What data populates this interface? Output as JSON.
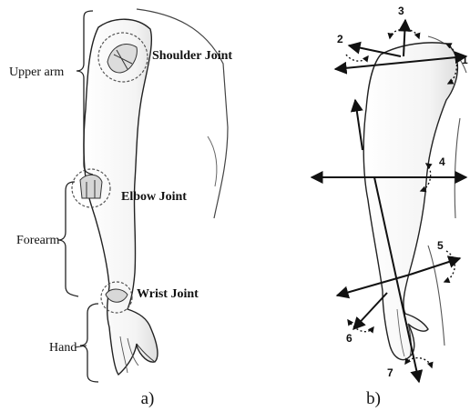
{
  "panel_a": {
    "caption": "a)",
    "segments": {
      "upper_arm": "Upper arm",
      "forearm": "Forearm",
      "hand": "Hand"
    },
    "joints": {
      "shoulder": "Shoulder Joint",
      "elbow": "Elbow Joint",
      "wrist": "Wrist Joint"
    }
  },
  "panel_b": {
    "caption": "b)",
    "dof_labels": [
      "1",
      "2",
      "3",
      "4",
      "5",
      "6",
      "7"
    ]
  },
  "colors": {
    "line": "#1a1a1a",
    "skin_shade": "#e6e6e6",
    "joint_circle": "#555555"
  }
}
